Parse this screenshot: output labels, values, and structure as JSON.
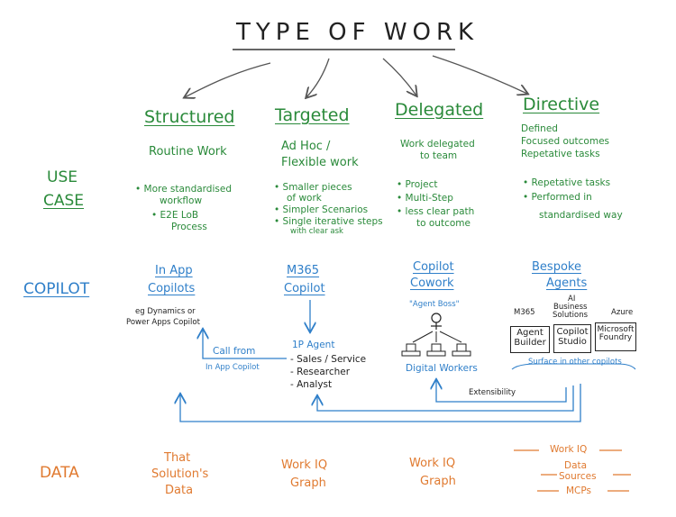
{
  "title": "TYPE OF WORK",
  "row_labels": {
    "use_case": [
      "USE",
      "CASE"
    ],
    "copilot": "COPILOT",
    "data": "DATA"
  },
  "columns": {
    "structured": {
      "header": "Structured",
      "subtitle": "Routine Work",
      "bullets": [
        "• More standardised",
        "workflow",
        "• E2E LoB",
        "Process"
      ],
      "copilot": [
        "In App",
        "Copilots"
      ],
      "copilot_note": [
        "eg Dynamics or",
        "Power Apps Copilot"
      ],
      "data": [
        "That",
        "Solution's",
        "Data"
      ]
    },
    "targeted": {
      "header": "Targeted",
      "subtitle": [
        "Ad Hoc /",
        "Flexible work"
      ],
      "bullets": [
        "• Smaller pieces",
        "of work",
        "• Simpler Scenarios",
        "• Single iterative steps",
        "with clear ask"
      ],
      "copilot": [
        "M365",
        "Copilot"
      ],
      "agent_title": "1P Agent",
      "agent_items": [
        "- Sales / Service",
        "- Researcher",
        "- Analyst"
      ],
      "call_from": [
        "Call from",
        "In App Copilot"
      ],
      "data": [
        "Work IQ",
        "Graph"
      ]
    },
    "delegated": {
      "header": "Delegated",
      "subtitle": [
        "Work delegated",
        "to team"
      ],
      "bullets": [
        "• Project",
        "• Multi-Step",
        "• less clear path",
        "to outcome"
      ],
      "copilot": [
        "Copilot",
        "Cowork"
      ],
      "agent_boss": "\"Agent Boss\"",
      "workers": "Digital Workers",
      "data": [
        "Work IQ",
        "Graph"
      ]
    },
    "directive": {
      "header": "Directive",
      "subtitle": [
        "Defined",
        "Focused outcomes",
        "Repetative tasks"
      ],
      "bullets": [
        "• Repetative tasks",
        "• Performed in",
        "standardised way"
      ],
      "copilot": [
        "Bespoke",
        "Agents"
      ],
      "platforms": [
        "M365",
        "AI",
        "Business",
        "Solutions",
        "Azure"
      ],
      "products": [
        "Agent Builder",
        "Copilot Studio",
        "Microsoft Foundry"
      ],
      "surface": "Surface in other copilots",
      "extensibility": "Extensibility",
      "data": [
        "Work IQ",
        "Data",
        "Sources",
        "MCPs"
      ]
    }
  },
  "colors": {
    "green": "#2a8a3a",
    "blue": "#2f7fc9",
    "orange": "#e07a30",
    "ink": "#222222"
  }
}
